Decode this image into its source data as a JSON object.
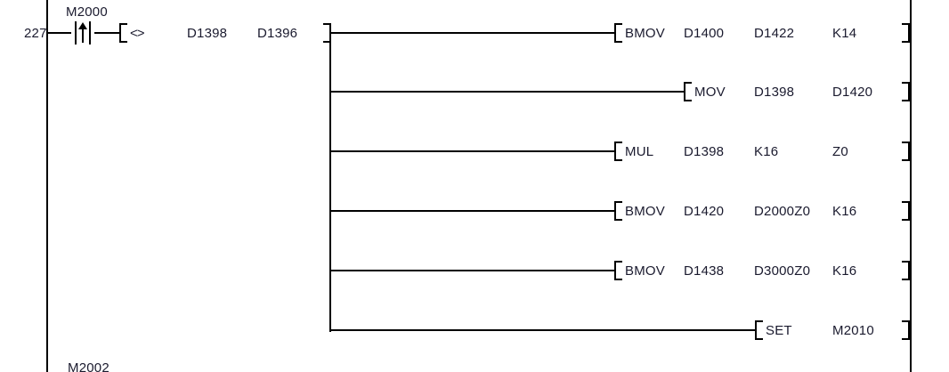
{
  "rung": {
    "step_number": "227",
    "contact": {
      "device": "M2000",
      "type": "rising-edge-contact"
    },
    "compare": {
      "operator": "<>",
      "operand1": "D1398",
      "operand2": "D1396"
    }
  },
  "instructions": [
    {
      "mnemonic": "BMOV",
      "op1": "D1400",
      "op2": "D1422",
      "op3": "K14"
    },
    {
      "mnemonic": "MOV",
      "op1": "D1398",
      "op2": "D1420",
      "op3": ""
    },
    {
      "mnemonic": "MUL",
      "op1": "D1398",
      "op2": "K16",
      "op3": "Z0"
    },
    {
      "mnemonic": "BMOV",
      "op1": "D1420",
      "op2": "D2000Z0",
      "op3": "K16"
    },
    {
      "mnemonic": "BMOV",
      "op1": "D1438",
      "op2": "D3000Z0",
      "op3": "K16"
    },
    {
      "mnemonic": "SET",
      "op1": "M2010",
      "op2": "",
      "op3": ""
    }
  ],
  "next_rung": {
    "device": "M2002"
  }
}
